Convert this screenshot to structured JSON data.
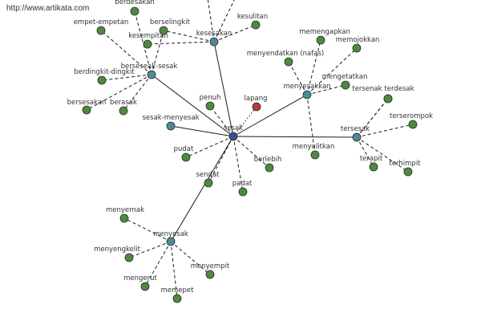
{
  "source_url": "http://www.artikata.com",
  "colors": {
    "center": "#3d4e8e",
    "hub": "#4c8b95",
    "leaf": "#4e8a3e",
    "special": "#b33c3c",
    "node_stroke": "#2b2b2b",
    "edge": "#1a1a1a"
  },
  "nodes": [
    {
      "id": "sesak",
      "label": "sesak",
      "kind": "center"
    },
    {
      "id": "kesesakan",
      "label": "kesesakan",
      "kind": "hub"
    },
    {
      "id": "berseseak-sesak",
      "label": "berseseak-sesak",
      "kind": "hub"
    },
    {
      "id": "menyesakkan",
      "label": "menyesakkan",
      "kind": "hub"
    },
    {
      "id": "tersesak",
      "label": "tersesak",
      "kind": "hub"
    },
    {
      "id": "sesak-menyesak",
      "label": "sesak-menyesak",
      "kind": "hub"
    },
    {
      "id": "menyesak",
      "label": "menyesak",
      "kind": "hub"
    },
    {
      "id": "lapang",
      "label": "lapang",
      "kind": "special"
    },
    {
      "id": "berdesakan",
      "label": "berdesakan",
      "kind": "leaf"
    },
    {
      "id": "kesulitan",
      "label": "kesulitan",
      "kind": "leaf"
    },
    {
      "id": "empet-empetan",
      "label": "empet-empetan",
      "kind": "leaf"
    },
    {
      "id": "berselingkit",
      "label": "berselingkit",
      "kind": "leaf"
    },
    {
      "id": "kesempitan",
      "label": "kesempitan",
      "kind": "leaf"
    },
    {
      "id": "memengapkan",
      "label": "memengapkan",
      "kind": "leaf"
    },
    {
      "id": "memojokkan",
      "label": "memojokkan",
      "kind": "leaf"
    },
    {
      "id": "menyendatkan",
      "label": "menyendatkan (nafas)",
      "kind": "leaf"
    },
    {
      "id": "berdingkit-dingkit",
      "label": "berdingkit-dingkit",
      "kind": "leaf"
    },
    {
      "id": "mengetatkan",
      "label": "mengetatkan",
      "kind": "leaf"
    },
    {
      "id": "tersenak",
      "label": "tersenak",
      "kind": "leaf"
    },
    {
      "id": "terdesak",
      "label": "terdesak",
      "kind": "leaf"
    },
    {
      "id": "bersesakan",
      "label": "bersesakan",
      "kind": "leaf"
    },
    {
      "id": "berasak",
      "label": "berasak",
      "kind": "leaf"
    },
    {
      "id": "penuh",
      "label": "penuh",
      "kind": "leaf"
    },
    {
      "id": "terserompok",
      "label": "terserompok",
      "kind": "leaf"
    },
    {
      "id": "menyulitkan",
      "label": "menyulitkan",
      "kind": "leaf"
    },
    {
      "id": "pudat",
      "label": "pudat",
      "kind": "leaf"
    },
    {
      "id": "terapit",
      "label": "terapit",
      "kind": "leaf"
    },
    {
      "id": "terhimpit",
      "label": "terhimpit",
      "kind": "leaf"
    },
    {
      "id": "berlebih",
      "label": "berlebih",
      "kind": "leaf"
    },
    {
      "id": "sendat",
      "label": "sendat",
      "kind": "leaf"
    },
    {
      "id": "padat",
      "label": "padat",
      "kind": "leaf"
    },
    {
      "id": "menyernak",
      "label": "menyernak",
      "kind": "leaf"
    },
    {
      "id": "menyengkelit",
      "label": "menyengkelit",
      "kind": "leaf"
    },
    {
      "id": "menyempit",
      "label": "menyempit",
      "kind": "leaf"
    },
    {
      "id": "mengerut",
      "label": "mengerut",
      "kind": "leaf"
    },
    {
      "id": "memepet",
      "label": "memepet",
      "kind": "leaf"
    },
    {
      "id": "offscreen-1",
      "label": "",
      "kind": "offscreen"
    },
    {
      "id": "offscreen-2",
      "label": "",
      "kind": "offscreen"
    }
  ],
  "edges": [
    {
      "from": "sesak",
      "to": "kesesakan",
      "style": "solid"
    },
    {
      "from": "sesak",
      "to": "berseseak-sesak",
      "style": "solid"
    },
    {
      "from": "sesak",
      "to": "menyesakkan",
      "style": "solid"
    },
    {
      "from": "sesak",
      "to": "tersesak",
      "style": "solid"
    },
    {
      "from": "sesak",
      "to": "sesak-menyesak",
      "style": "solid"
    },
    {
      "from": "sesak",
      "to": "menyesak",
      "style": "solid"
    },
    {
      "from": "sesak",
      "to": "lapang",
      "style": "dotted"
    },
    {
      "from": "sesak",
      "to": "penuh",
      "style": "dashed"
    },
    {
      "from": "sesak",
      "to": "pudat",
      "style": "dashed"
    },
    {
      "from": "sesak",
      "to": "sendat",
      "style": "dashed"
    },
    {
      "from": "sesak",
      "to": "padat",
      "style": "dashed"
    },
    {
      "from": "sesak",
      "to": "berlebih",
      "style": "dashed"
    },
    {
      "from": "kesesakan",
      "to": "offscreen-1",
      "style": "dashed"
    },
    {
      "from": "kesesakan",
      "to": "offscreen-2",
      "style": "dashed"
    },
    {
      "from": "kesesakan",
      "to": "kesulitan",
      "style": "dashed"
    },
    {
      "from": "kesesakan",
      "to": "kesempitan",
      "style": "dashed"
    },
    {
      "from": "kesesakan",
      "to": "berselingkit",
      "style": "dashed"
    },
    {
      "from": "berseseak-sesak",
      "to": "berdesakan",
      "style": "dashed"
    },
    {
      "from": "berseseak-sesak",
      "to": "empet-empetan",
      "style": "dashed"
    },
    {
      "from": "berseseak-sesak",
      "to": "berselingkit",
      "style": "dashed"
    },
    {
      "from": "berseseak-sesak",
      "to": "berdingkit-dingkit",
      "style": "dashed"
    },
    {
      "from": "berseseak-sesak",
      "to": "bersesakan",
      "style": "dashed"
    },
    {
      "from": "berseseak-sesak",
      "to": "berasak",
      "style": "dashed"
    },
    {
      "from": "menyesakkan",
      "to": "memengapkan",
      "style": "dashed"
    },
    {
      "from": "menyesakkan",
      "to": "memojokkan",
      "style": "dashed"
    },
    {
      "from": "menyesakkan",
      "to": "menyendatkan",
      "style": "dashed"
    },
    {
      "from": "menyesakkan",
      "to": "mengetatkan",
      "style": "dashed"
    },
    {
      "from": "menyesakkan",
      "to": "menyulitkan",
      "style": "dashed"
    },
    {
      "from": "tersesak",
      "to": "tersenak",
      "style": "dashed"
    },
    {
      "from": "tersesak",
      "to": "terdesak",
      "style": "dashed"
    },
    {
      "from": "tersesak",
      "to": "terserompok",
      "style": "dashed"
    },
    {
      "from": "tersesak",
      "to": "terapit",
      "style": "dashed"
    },
    {
      "from": "tersesak",
      "to": "terhimpit",
      "style": "dashed"
    },
    {
      "from": "menyesak",
      "to": "menyernak",
      "style": "dashed"
    },
    {
      "from": "menyesak",
      "to": "menyengkelit",
      "style": "dashed"
    },
    {
      "from": "menyesak",
      "to": "menyempit",
      "style": "dashed"
    },
    {
      "from": "menyesak",
      "to": "mengerut",
      "style": "dashed"
    },
    {
      "from": "menyesak",
      "to": "memepet",
      "style": "dashed"
    }
  ]
}
